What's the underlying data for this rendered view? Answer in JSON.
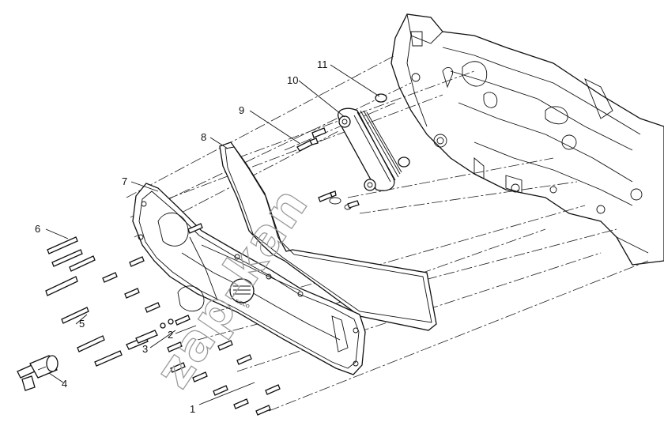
{
  "callouts": [
    {
      "id": "1",
      "label": "1"
    },
    {
      "id": "2",
      "label": "2"
    },
    {
      "id": "3",
      "label": "3"
    },
    {
      "id": "4",
      "label": "4"
    },
    {
      "id": "5",
      "label": "5"
    },
    {
      "id": "6",
      "label": "6"
    },
    {
      "id": "7",
      "label": "7"
    },
    {
      "id": "8",
      "label": "8"
    },
    {
      "id": "9",
      "label": "9"
    },
    {
      "id": "10",
      "label": "10"
    },
    {
      "id": "11",
      "label": "11"
    }
  ],
  "watermark": "zap-kan",
  "cover_logo": "IVECO",
  "colors": {
    "line": "#111111",
    "watermark": "#9a9a9a",
    "background": "#ffffff"
  }
}
